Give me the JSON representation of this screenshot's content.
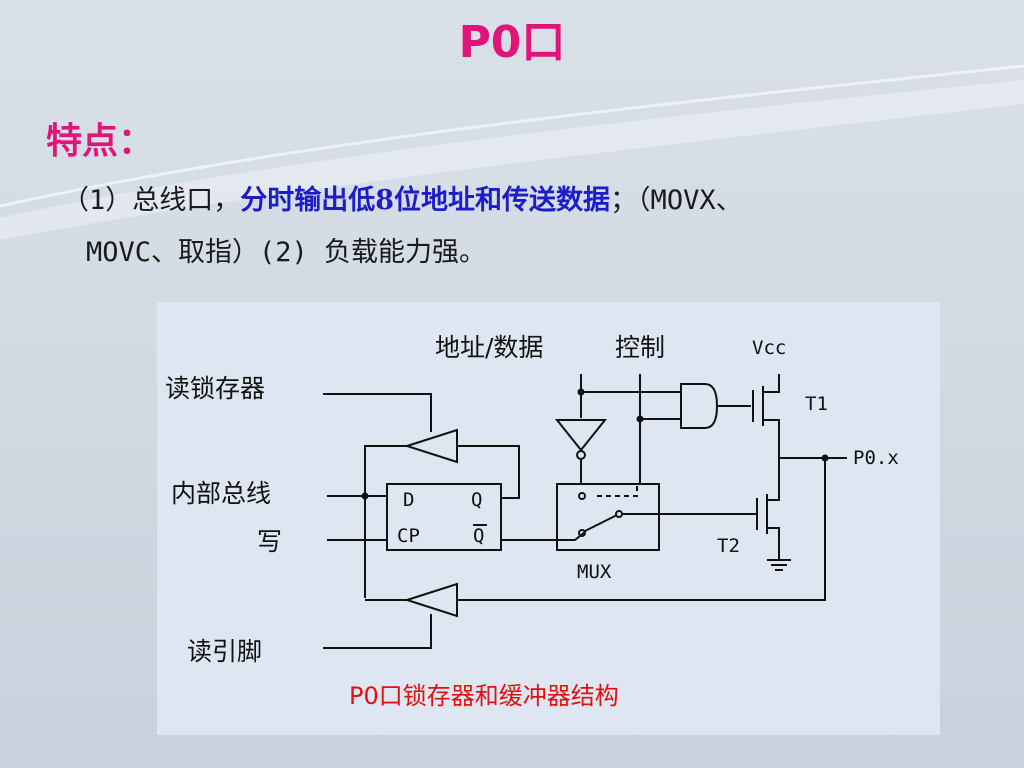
{
  "slide": {
    "title": "P0口",
    "heading": "特点：",
    "line1_prefix": "（1）总线口，",
    "line1_highlight": "分时输出低8位地址和传送数据",
    "line1_suffix": "；（MOVX、",
    "line2": "MOVC、取指）(2) 负载能力强。"
  },
  "diagram": {
    "label_addr_data": "地址/数据",
    "label_control": "控制",
    "label_vcc": "Vcc",
    "label_read_latch": "读锁存器",
    "label_internal_bus": "内部总线",
    "label_write": "写",
    "label_read_pin": "读引脚",
    "label_t1": "T1",
    "label_t2": "T2",
    "label_p0x": "P0.x",
    "label_d": "D",
    "label_q": "Q",
    "label_cp": "CP",
    "label_qbar": "Q",
    "label_mux": "MUX",
    "caption": "P0口锁存器和缓冲器结构"
  },
  "colors": {
    "title": "#e0157a",
    "highlight": "#1c1cc8",
    "caption": "#e01010",
    "figure_bg": "#dde6f1"
  }
}
